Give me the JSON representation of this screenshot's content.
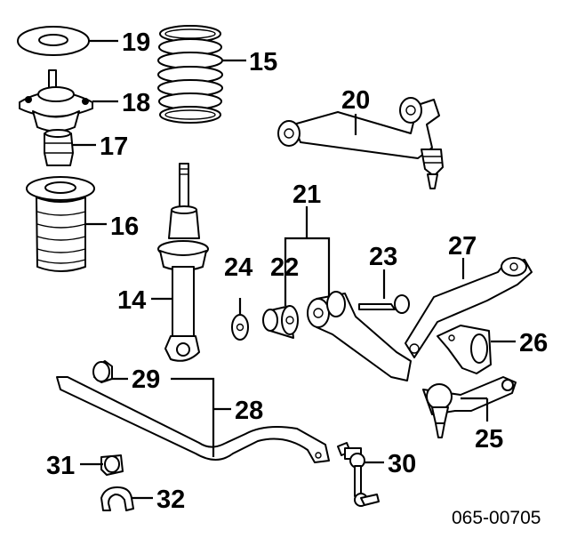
{
  "diagram": {
    "labels": {
      "p14": "14",
      "p15": "15",
      "p16": "16",
      "p17": "17",
      "p18": "18",
      "p19": "19",
      "p20": "20",
      "p21": "21",
      "p22": "22",
      "p23": "23",
      "p24": "24",
      "p25": "25",
      "p26": "26",
      "p27": "27",
      "p28": "28",
      "p29": "29",
      "p30": "30",
      "p31": "31",
      "p32": "32"
    },
    "figure_code": "065-00705"
  }
}
